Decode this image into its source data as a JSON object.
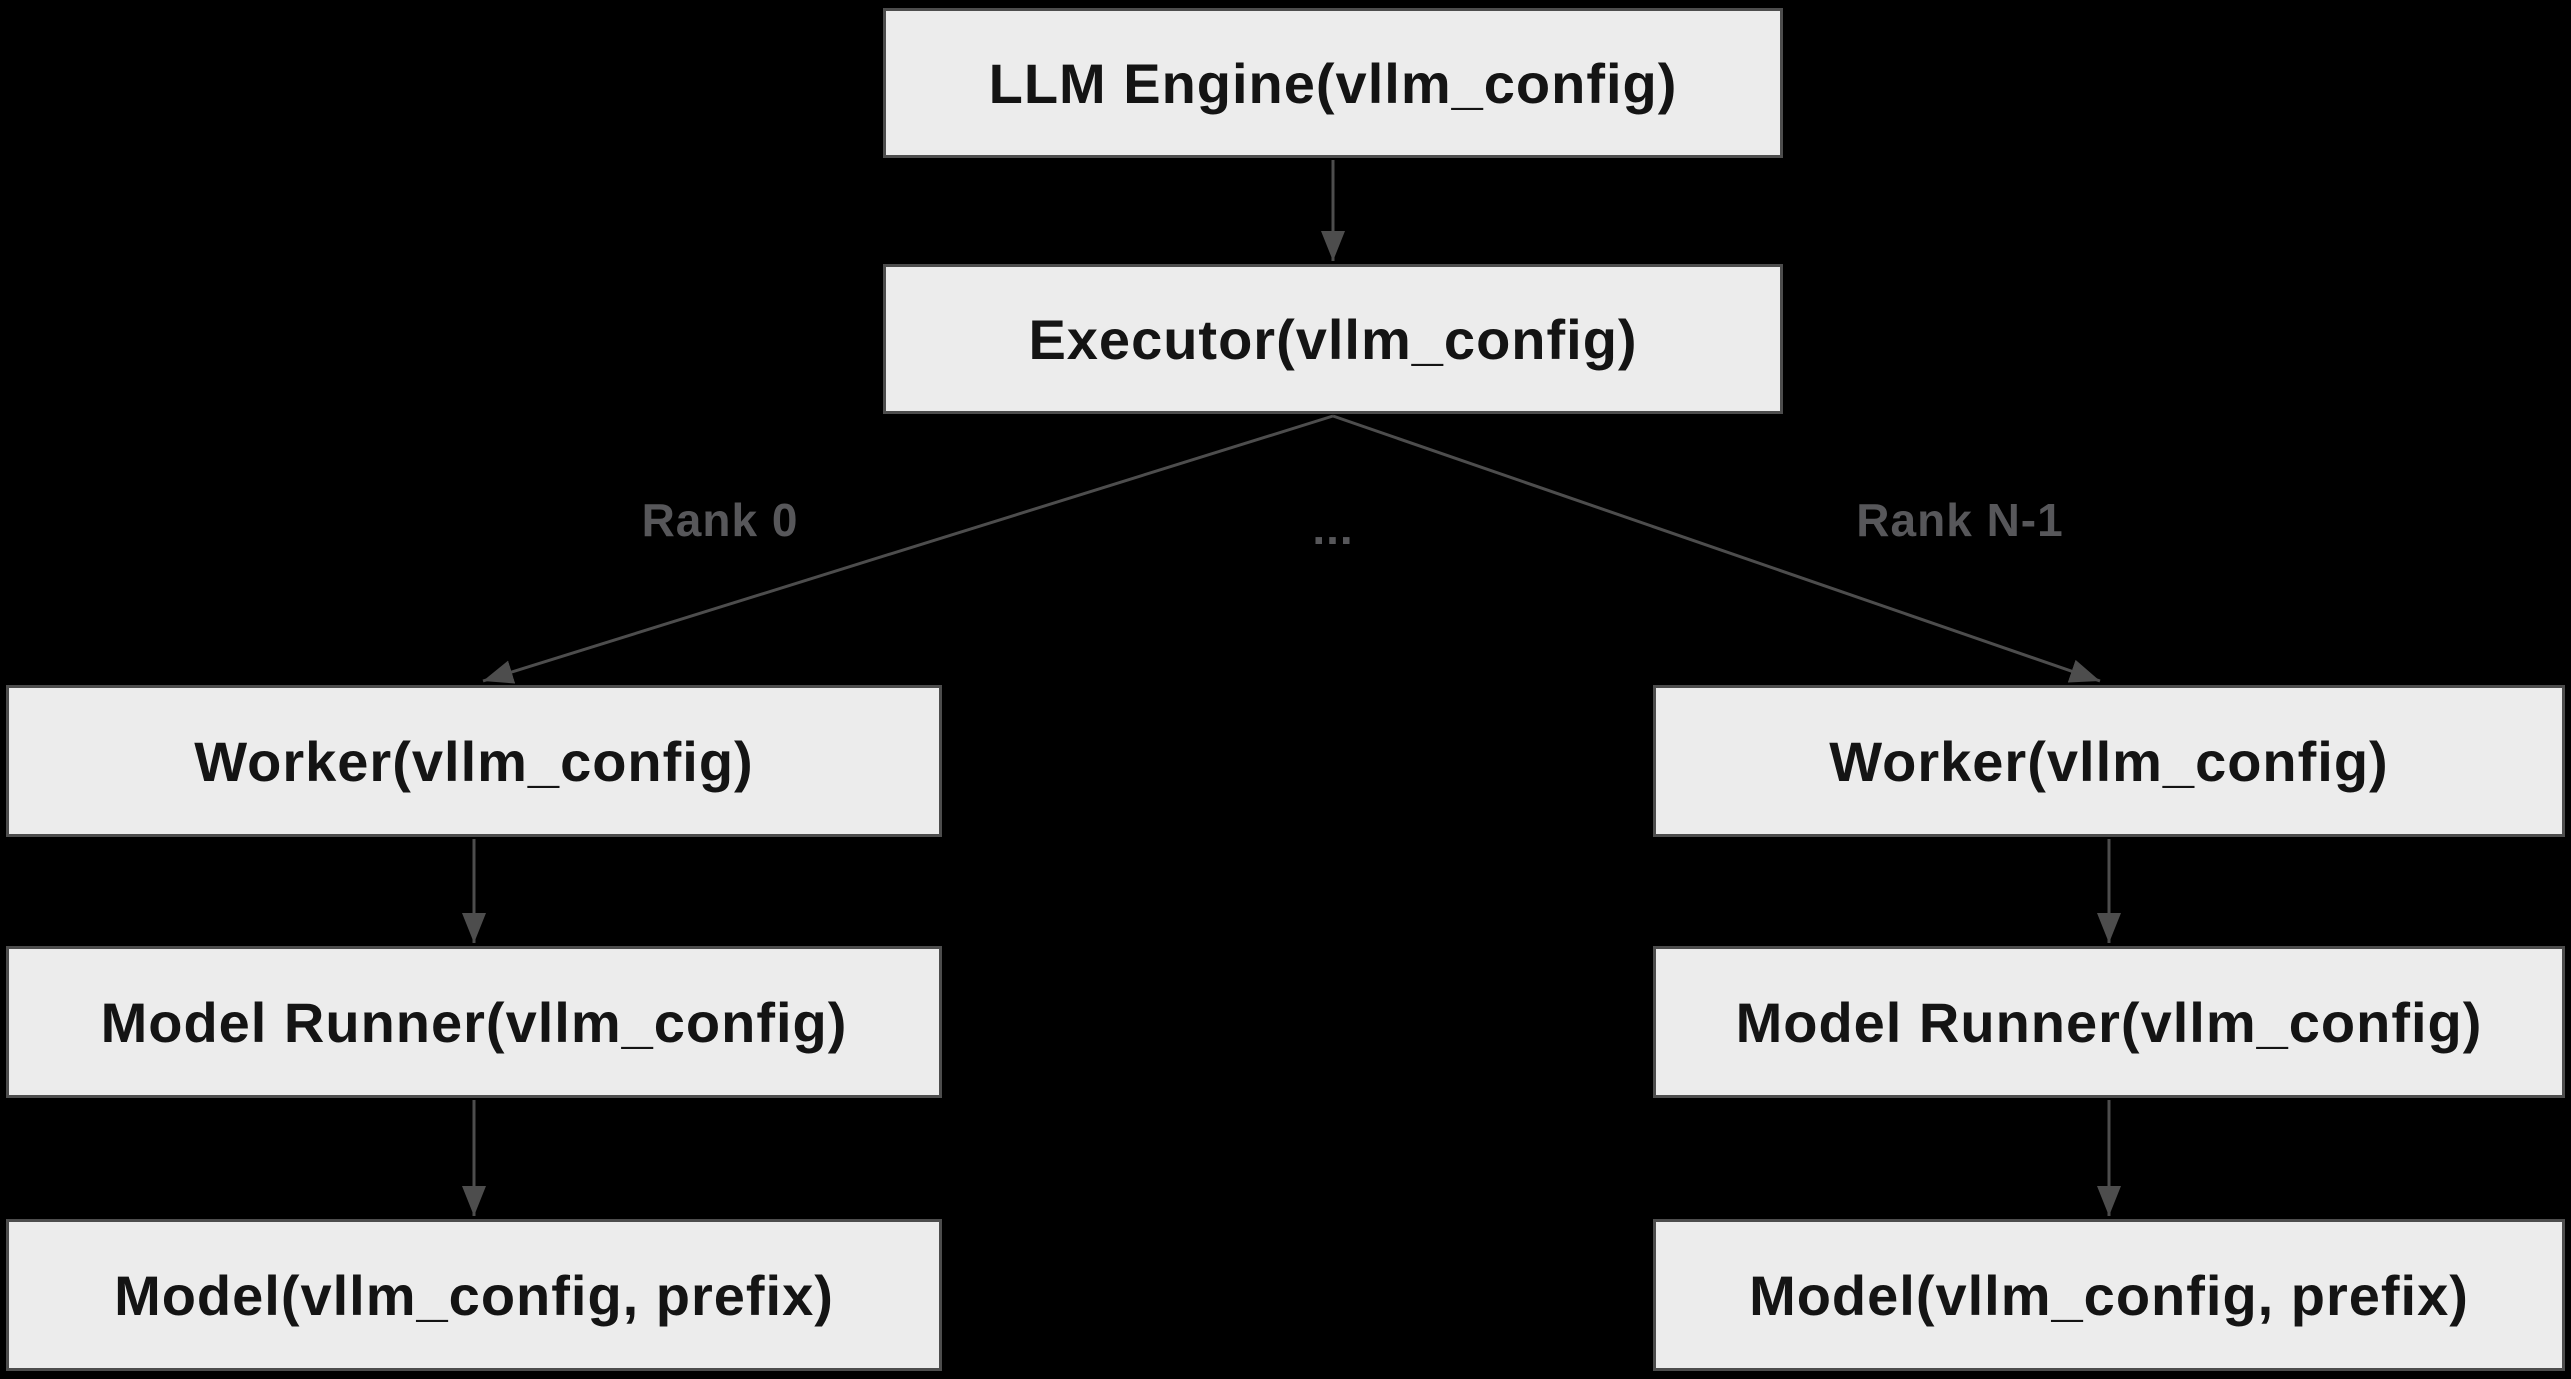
{
  "diagram": {
    "background_color": "#000000",
    "node_fill_color": "#ececec",
    "node_border_color": "#4d4d4d",
    "node_text_color": "#141414",
    "edge_color": "#4d4d4d",
    "edge_label_color": "#57575a",
    "nodes": {
      "llm_engine": {
        "label": "LLM Engine(vllm_config)"
      },
      "executor": {
        "label": "Executor(vllm_config)"
      },
      "worker_left": {
        "label": "Worker(vllm_config)"
      },
      "model_runner_left": {
        "label": "Model Runner(vllm_config)"
      },
      "model_left": {
        "label": "Model(vllm_config, prefix)"
      },
      "worker_right": {
        "label": "Worker(vllm_config)"
      },
      "model_runner_right": {
        "label": "Model Runner(vllm_config)"
      },
      "model_right": {
        "label": "Model(vllm_config, prefix)"
      }
    },
    "edge_labels": {
      "rank0": "Rank 0",
      "ellipsis": "...",
      "rank_n_minus_1": "Rank N-1"
    },
    "edges": [
      {
        "from": "llm_engine",
        "to": "executor"
      },
      {
        "from": "executor",
        "to": "worker_left",
        "label": "Rank 0"
      },
      {
        "from": "executor",
        "to": "worker_right",
        "label": "Rank N-1"
      },
      {
        "from": "worker_left",
        "to": "model_runner_left"
      },
      {
        "from": "model_runner_left",
        "to": "model_left"
      },
      {
        "from": "worker_right",
        "to": "model_runner_right"
      },
      {
        "from": "model_runner_right",
        "to": "model_right"
      }
    ]
  }
}
